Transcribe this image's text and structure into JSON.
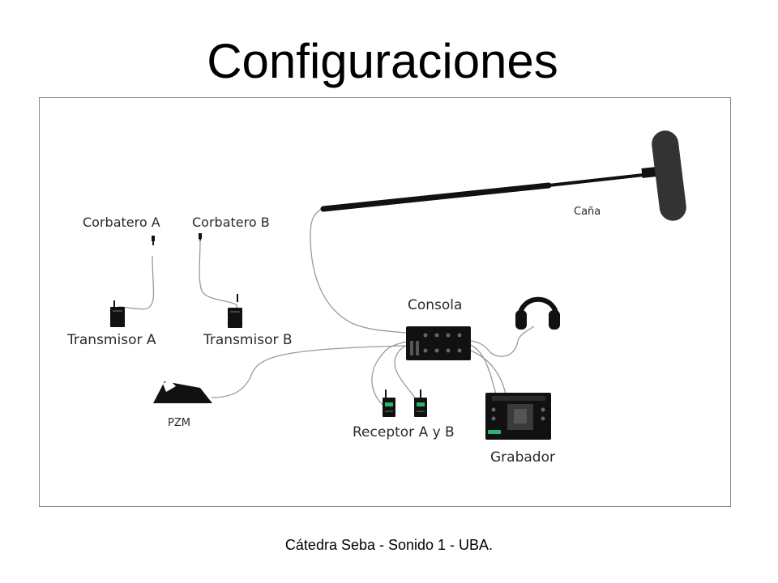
{
  "title": "Configuraciones",
  "footer": "Cátedra Seba - Sonido 1 - UBA.",
  "diagram": {
    "labels": {
      "corbatero_a": "Corbatero A",
      "corbatero_b": "Corbatero B",
      "transmisor_a": "Transmisor A",
      "transmisor_b": "Transmisor B",
      "cana": "Caña",
      "consola": "Consola",
      "pzm": "PZM",
      "receptor": "Receptor A y B",
      "grabador": "Grabador"
    },
    "colors": {
      "device": "#111111",
      "cable": "#9a9a9a",
      "indicator": "#2fb36b",
      "frame": "#8a8a8a"
    }
  }
}
